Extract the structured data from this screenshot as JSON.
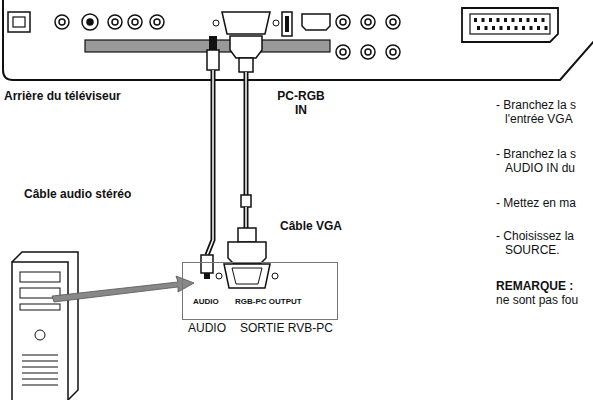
{
  "diagram": {
    "nodes": [
      {
        "text": [
          "AUDIO",
          "RGB-PC OUTPUT"
        ]
      }
    ],
    "labels": [
      "Arrière du téléviseur",
      "PC-RGB IN",
      "Câble audio stéréo",
      "Câble VGA",
      "AUDIO",
      "SORTIE RVB-PC",
      "- Branchez la s",
      "l'entrée VGA",
      "- Branchez la s",
      "AUDIO IN du",
      "- Mettez en ma",
      "- Choisissez la",
      "SOURCE.",
      "REMARQUE :",
      "ne sont pas fou"
    ]
  }
}
